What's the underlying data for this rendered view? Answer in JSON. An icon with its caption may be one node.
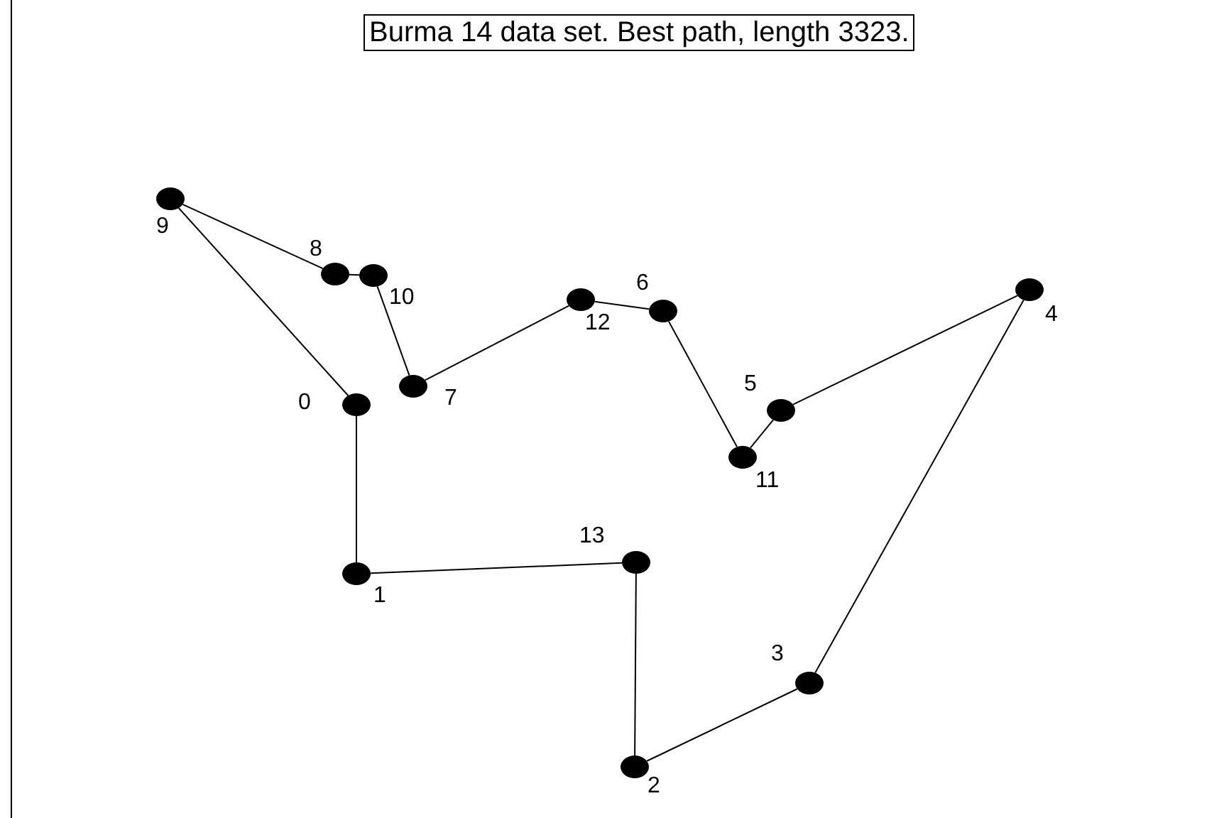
{
  "diagram": {
    "title": "Burma 14 data set. Best path, length 3323.",
    "nodes": [
      {
        "text": [],
        "shape": "circle",
        "beside": [
          "0"
        ]
      },
      {
        "text": [],
        "shape": "circle",
        "beside": [
          "1"
        ]
      },
      {
        "text": [],
        "shape": "circle",
        "beside": [
          "2"
        ]
      },
      {
        "text": [],
        "shape": "circle",
        "beside": [
          "3"
        ]
      },
      {
        "text": [],
        "shape": "circle",
        "beside": [
          "4"
        ]
      },
      {
        "text": [],
        "shape": "circle",
        "beside": [
          "5"
        ]
      },
      {
        "text": [],
        "shape": "circle",
        "beside": [
          "6"
        ]
      },
      {
        "text": [],
        "shape": "circle",
        "beside": [
          "7"
        ]
      },
      {
        "text": [],
        "shape": "circle",
        "beside": [
          "8"
        ]
      },
      {
        "text": [],
        "shape": "circle",
        "beside": [
          "9"
        ]
      },
      {
        "text": [],
        "shape": "circle",
        "beside": [
          "10"
        ]
      },
      {
        "text": [],
        "shape": "circle",
        "beside": [
          "11"
        ]
      },
      {
        "text": [],
        "shape": "circle",
        "beside": [
          "12"
        ]
      },
      {
        "text": [],
        "shape": "circle",
        "beside": [
          "13"
        ]
      }
    ],
    "edges": [
      {
        "from": 0,
        "to": 9,
        "arrow": "none"
      },
      {
        "from": 9,
        "to": 8,
        "arrow": "none"
      },
      {
        "from": 8,
        "to": 10,
        "arrow": "none"
      },
      {
        "from": 10,
        "to": 7,
        "arrow": "none"
      },
      {
        "from": 7,
        "to": 12,
        "arrow": "none"
      },
      {
        "from": 12,
        "to": 6,
        "arrow": "none"
      },
      {
        "from": 6,
        "to": 11,
        "arrow": "none"
      },
      {
        "from": 11,
        "to": 5,
        "arrow": "none"
      },
      {
        "from": 5,
        "to": 4,
        "arrow": "none"
      },
      {
        "from": 4,
        "to": 3,
        "arrow": "none"
      },
      {
        "from": 3,
        "to": 2,
        "arrow": "none"
      },
      {
        "from": 2,
        "to": 13,
        "arrow": "none"
      },
      {
        "from": 13,
        "to": 1,
        "arrow": "none"
      },
      {
        "from": 1,
        "to": 0,
        "arrow": "none"
      }
    ]
  }
}
